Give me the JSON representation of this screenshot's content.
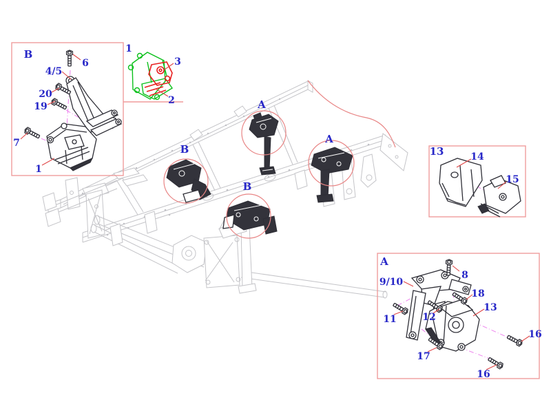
{
  "diagram_type": "truck-chassis-engine-mount-parts-diagram",
  "colors": {
    "background": "#ffffff",
    "chassis_line": "#c4c4c8",
    "part_line": "#2e2e36",
    "callout_box": "#f09c9c",
    "callout_circle": "#e88484",
    "leader_line": "#e04848",
    "axis_line_magenta": "#ee82ee",
    "highlight_green": "#0cc01c",
    "highlight_red": "#e82020",
    "label_blue": "#2828c8"
  },
  "boxB": {
    "title": "B",
    "n6": "6",
    "n45": "4/5",
    "n20": "20",
    "n19": "19",
    "n7": "7",
    "n1": "1"
  },
  "exploded": {
    "n1": "1",
    "n3": "3",
    "n2": "2"
  },
  "callouts": {
    "a1": "A",
    "a2": "A",
    "b1": "B",
    "b2": "B"
  },
  "box13": {
    "title": "13",
    "n14": "14",
    "n15": "15"
  },
  "boxA": {
    "title": "A",
    "n8": "8",
    "n910": "9/10",
    "n18": "18",
    "n11": "11",
    "n12": "12",
    "n13": "13",
    "n17": "17",
    "n16a": "16",
    "n16b": "16"
  }
}
